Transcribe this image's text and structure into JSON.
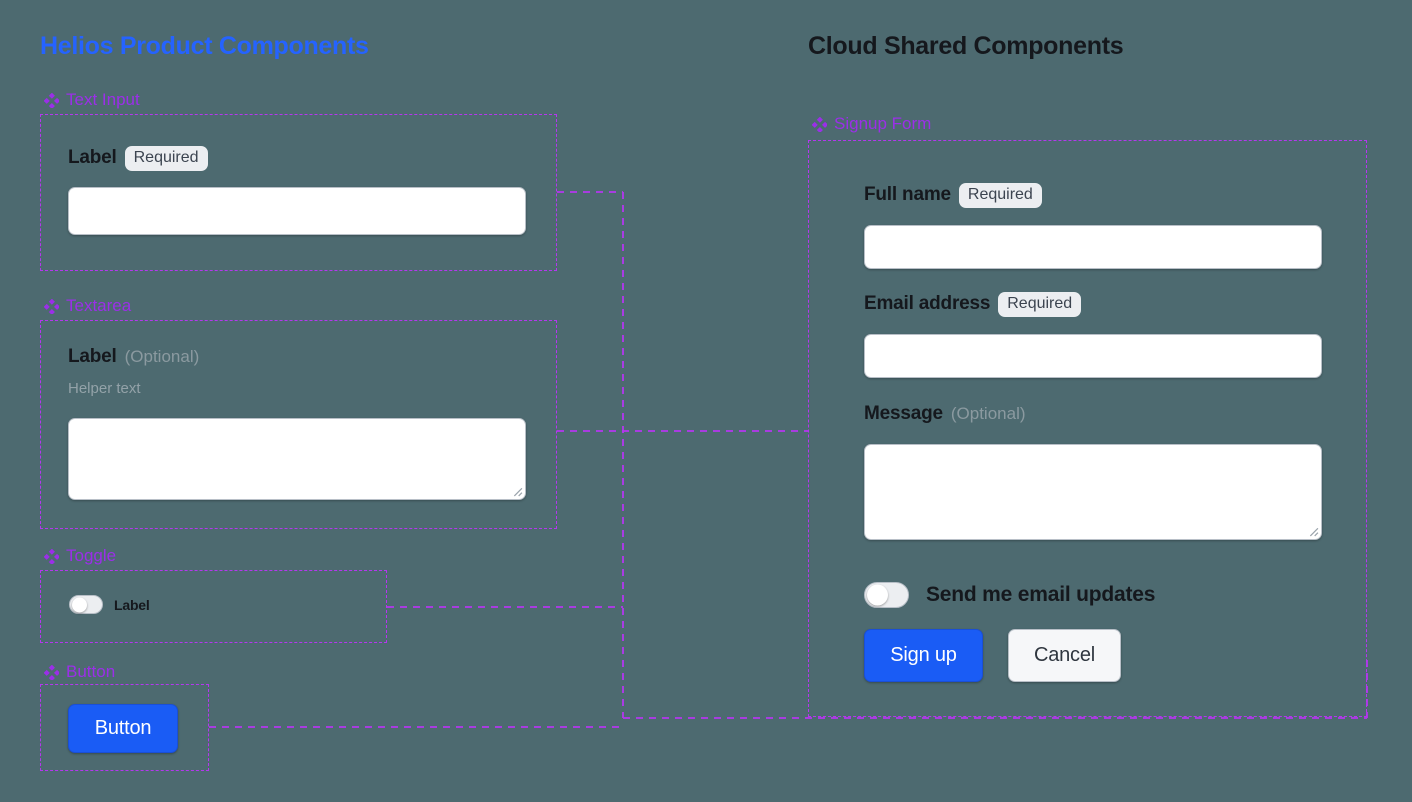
{
  "theme": {
    "background": "#4d6a70",
    "left_title_color": "#2563ff",
    "right_title_color": "#15181d",
    "section_label_color": "#9b2fe8",
    "card_border_color": "#b536f0",
    "connector_color": "#b536f0",
    "primary_button_color": "#1a5cf5",
    "badge_background": "#eceef1"
  },
  "panels": {
    "left": {
      "title": "Helios Product Components",
      "sections": [
        {
          "icon": "diamond-cluster-icon",
          "label": "Text Input",
          "field": {
            "label": "Label",
            "badge": "Required",
            "value": "",
            "placeholder": ""
          }
        },
        {
          "icon": "diamond-cluster-icon",
          "label": "Textarea",
          "field": {
            "label": "Label",
            "optional": "(Optional)",
            "helper": "Helper text",
            "value": "",
            "placeholder": ""
          }
        },
        {
          "icon": "diamond-cluster-icon",
          "label": "Toggle",
          "field": {
            "label": "Label",
            "state": "off"
          }
        },
        {
          "icon": "diamond-cluster-icon",
          "label": "Button",
          "field": {
            "label": "Button"
          }
        }
      ]
    },
    "right": {
      "title": "Cloud Shared Components",
      "sections": [
        {
          "icon": "diamond-cluster-icon",
          "label": "Signup Form",
          "form": {
            "fields": [
              {
                "label": "Full name",
                "badge": "Required",
                "value": "",
                "placeholder": ""
              },
              {
                "label": "Email address",
                "badge": "Required",
                "value": "",
                "placeholder": ""
              },
              {
                "label": "Message",
                "optional": "(Optional)",
                "value": "",
                "placeholder": ""
              }
            ],
            "toggle": {
              "label": "Send me email updates",
              "state": "off"
            },
            "submit_label": "Sign up",
            "cancel_label": "Cancel"
          }
        }
      ]
    }
  }
}
